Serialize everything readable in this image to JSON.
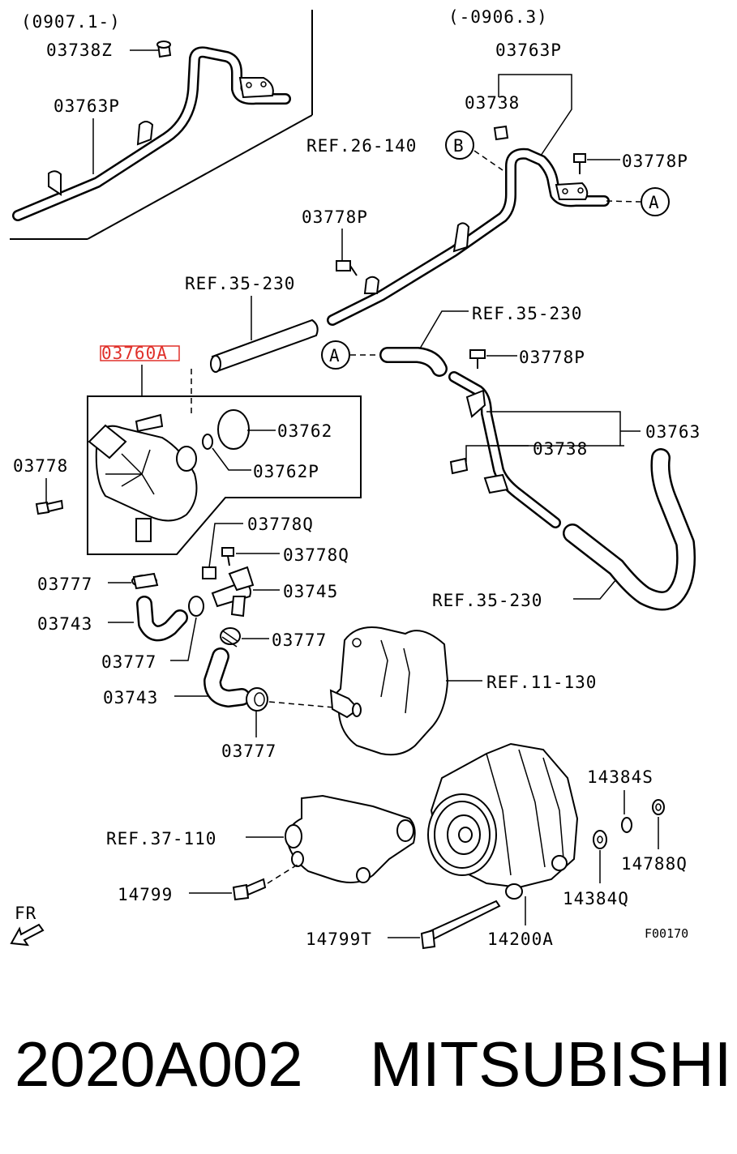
{
  "diagram": {
    "date_ranges": {
      "left": "(0907.1-)",
      "right": "(-0906.3)"
    },
    "callouts": {
      "a_letter": "A",
      "b_letter": "B"
    },
    "labels": {
      "p03738Z": "03738Z",
      "p03763P_left": "03763P",
      "p03763P_right": "03763P",
      "p03738_top": "03738",
      "ref_26_140": "REF.26-140",
      "p03778P_top": "03778P",
      "p03778P_mid": "03778P",
      "ref_35_230_top": "REF.35-230",
      "ref_35_230_right": "REF.35-230",
      "p03778P_right": "03778P",
      "p03760A": "03760A",
      "p03762": "03762",
      "p03762P": "03762P",
      "p03763": "03763",
      "p03738_mid": "03738",
      "p03778": "03778",
      "p03778Q_1": "03778Q",
      "p03778Q_2": "03778Q",
      "p03777_1": "03777",
      "p03745": "03745",
      "p03743_1": "03743",
      "p03777_2": "03777",
      "p03777_3": "03777",
      "ref_35_230_bottom": "REF.35-230",
      "ref_11_130": "REF.11-130",
      "p03743_2": "03743",
      "p03777_4": "03777",
      "p14384S": "14384S",
      "ref_37_110": "REF.37-110",
      "p14788Q": "14788Q",
      "p14799": "14799",
      "p14384Q": "14384Q",
      "fr": "FR",
      "p14799T": "14799T",
      "p14200A": "14200A",
      "code": "F00170"
    }
  },
  "caption": {
    "part_number": "2020A002",
    "brand": "MITSUBISHI"
  },
  "colors": {
    "ink": "#000000",
    "highlight": "#e0302a",
    "background": "#ffffff"
  }
}
